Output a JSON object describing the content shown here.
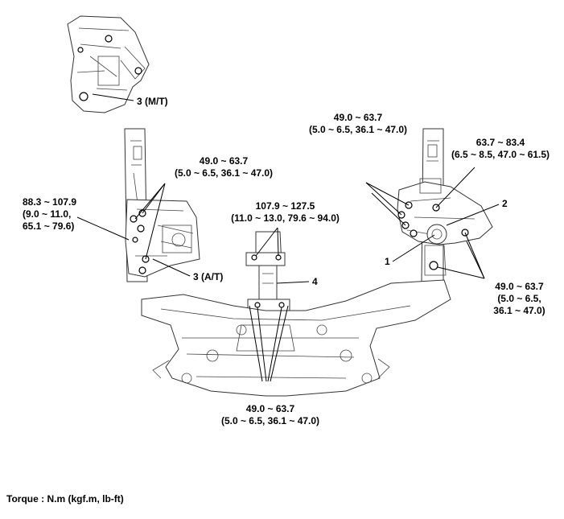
{
  "torques": {
    "top_right": {
      "line1": "49.0 ~ 63.7",
      "line2": "(5.0 ~ 6.5, 36.1 ~ 47.0)"
    },
    "far_right": {
      "line1": "63.7 ~ 83.4",
      "line2": "(6.5 ~ 8.5, 47.0 ~ 61.5)"
    },
    "left_upper": {
      "line1": "49.0 ~ 63.7",
      "line2": "(5.0 ~ 6.5, 36.1 ~ 47.0)"
    },
    "left_side": {
      "line1": "88.3 ~ 107.9",
      "line2": "(9.0 ~ 11.0,",
      "line3": "65.1 ~ 79.6)"
    },
    "center_upper": {
      "line1": "107.9 ~ 127.5",
      "line2": "(11.0 ~ 13.0, 79.6 ~ 94.0)"
    },
    "right_lower": {
      "line1": "49.0 ~ 63.7",
      "line2": "(5.0 ~ 6.5,",
      "line3": "36.1 ~ 47.0)"
    },
    "bottom_center": {
      "line1": "49.0 ~ 63.7",
      "line2": "(5.0 ~ 6.5, 36.1 ~ 47.0)"
    }
  },
  "callouts": {
    "mt": "3 (M/T)",
    "at": "3 (A/T)",
    "one": "1",
    "two": "2",
    "four": "4"
  },
  "footer": "Torque : N.m (kgf.m, lb-ft)"
}
